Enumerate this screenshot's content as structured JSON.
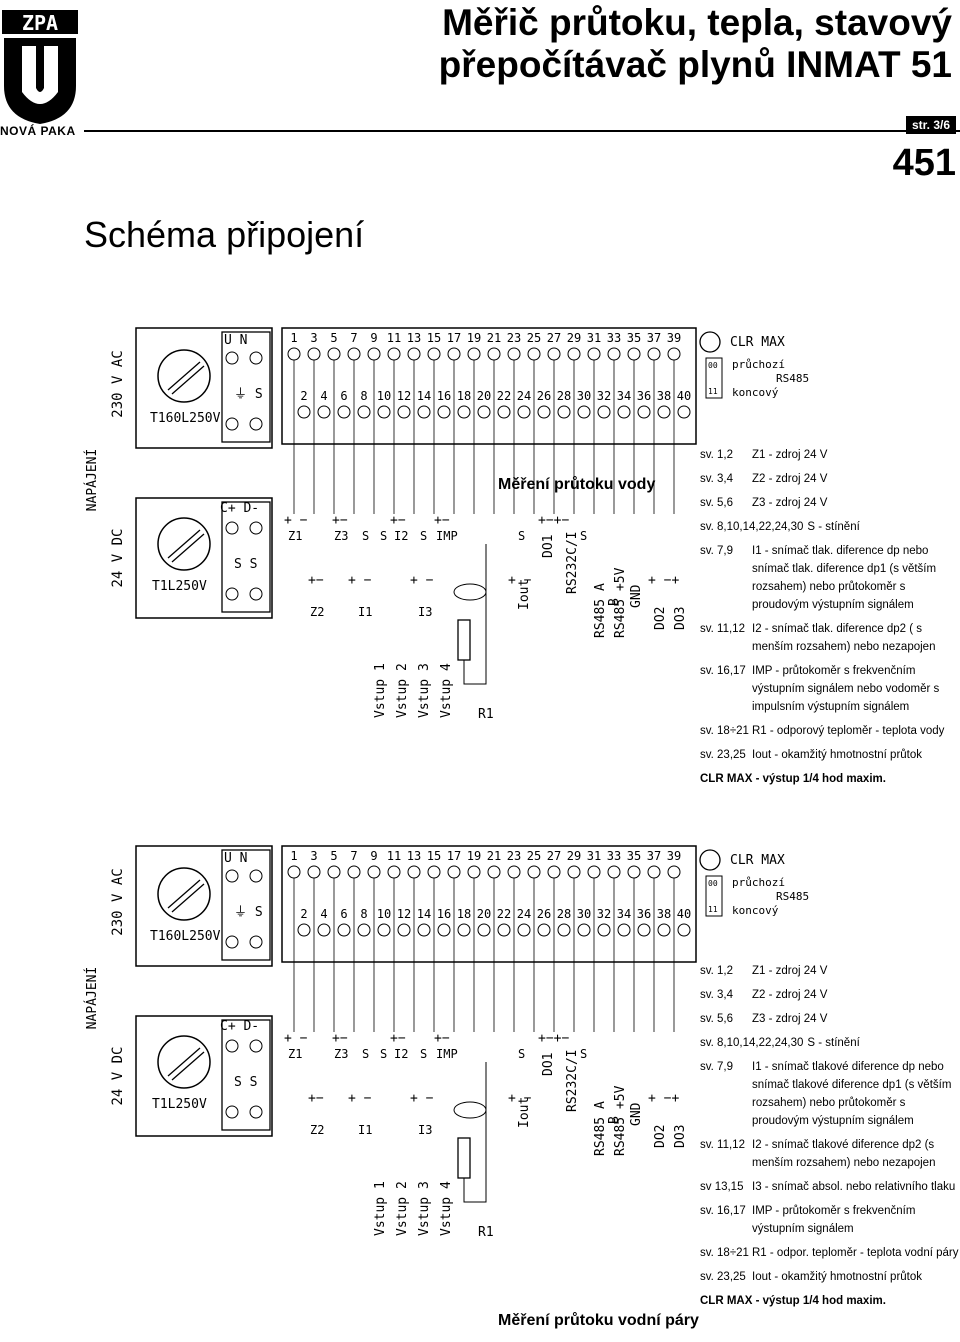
{
  "header": {
    "logo_text": "ZPA",
    "logo_caption": "NOVÁ PAKA",
    "title_line1": "Měřič průtoku, tepla, stavový",
    "title_line2": "přepočítávač plynů INMAT 51",
    "page_badge": "str. 3/6",
    "sheet_number": "451",
    "section_title": "Schéma připojení"
  },
  "terminals": {
    "top_row": [
      "1",
      "3",
      "5",
      "7",
      "9",
      "11",
      "13",
      "15",
      "17",
      "19",
      "21",
      "23",
      "25",
      "27",
      "29",
      "31",
      "33",
      "35",
      "37",
      "39"
    ],
    "bottom_row": [
      "2",
      "4",
      "6",
      "8",
      "10",
      "12",
      "14",
      "16",
      "18",
      "20",
      "22",
      "24",
      "26",
      "28",
      "30",
      "32",
      "34",
      "36",
      "38",
      "40"
    ]
  },
  "labels": {
    "ac_supply": "230 V AC",
    "dc_supply": "24 V DC",
    "power": "NAPÁJENÍ",
    "fuse_ac": "T160L250V",
    "fuse_dc": "T1L250V",
    "un": "U N",
    "ground": "⏚ S",
    "cd": "C+ D-",
    "ss": "S S",
    "clr_max": "CLR MAX",
    "pass": "průchozí",
    "rs485": "RS485",
    "end": "koncový",
    "dip_top": "00",
    "dip_bottom": "11",
    "row1": [
      "+ −",
      "+−",
      "+−",
      "+−",
      "S",
      "+−+−",
      "S"
    ],
    "row_z": [
      "Z1",
      "Z3",
      "S",
      "S",
      "I2",
      "S",
      "IMP",
      "S"
    ],
    "row2": [
      "+−",
      "+ −",
      "+ −",
      "+ −"
    ],
    "row_z2": [
      "Z2",
      "I1",
      "I3"
    ],
    "vert": [
      "Iout",
      "DO1",
      "RS232C/I",
      "RS485 A",
      "RS485 B",
      "RS485 +5V",
      "RS485 GND",
      "DO2",
      "DO3"
    ],
    "inputs": [
      "Vstup 1",
      "Vstup 2",
      "Vstup 3",
      "Vstup 4"
    ],
    "r1": "R1"
  },
  "diagram1": {
    "caption": "Měření průtoku vody",
    "legend": [
      {
        "k": "sv. 1,2",
        "v": "Z1 - zdroj 24 V"
      },
      {
        "k": "sv. 3,4",
        "v": "Z2 - zdroj 24 V"
      },
      {
        "k": "sv. 5,6",
        "v": "Z3 - zdroj 24 V"
      },
      {
        "k": "sv. 8,10,14,22,24,30",
        "v": "S - stínění"
      },
      {
        "k": "sv. 7,9",
        "v": "I1 - snímač tlak. diference dp nebo snímač tlak. diference dp1 (s větším rozsahem) nebo průtokoměr s proudovým výstupním signálem"
      },
      {
        "k": "sv. 11,12",
        "v": "I2 - snímač tlak. diference dp2 ( s menším rozsahem) nebo nezapojen"
      },
      {
        "k": "sv. 16,17",
        "v": "IMP - průtokoměr s frekvenčním výstupním signálem nebo vodoměr s impulsním výstupním signálem"
      },
      {
        "k": "sv. 18÷21",
        "v": "R1 - odporový teploměr - teplota vody"
      },
      {
        "k": "sv. 23,25",
        "v": "Iout - okamžitý hmotnostní průtok"
      }
    ],
    "footer": "CLR MAX - výstup 1/4 hod maxim."
  },
  "diagram2": {
    "caption": "Měření průtoku vodní páry",
    "legend": [
      {
        "k": "sv. 1,2",
        "v": "Z1 - zdroj 24 V"
      },
      {
        "k": "sv. 3,4",
        "v": "Z2 - zdroj 24 V"
      },
      {
        "k": "sv. 5,6",
        "v": "Z3 - zdroj 24 V"
      },
      {
        "k": "sv. 8,10,14,22,24,30",
        "v": "S - stínění"
      },
      {
        "k": "sv. 7,9",
        "v": "I1 - snímač tlakové diference dp nebo snímač tlakové diference dp1 (s větším rozsahem) nebo průtokoměr s proudovým výstupním signálem"
      },
      {
        "k": "sv. 11,12",
        "v": "I2 - snímač tlakové diference dp2 (s menším rozsahem) nebo nezapojen"
      },
      {
        "k": "sv 13,15",
        "v": "I3 - snímač absol. nebo relativního tlaku"
      },
      {
        "k": "sv. 16,17",
        "v": "IMP - průtokoměr s frekvenčním výstupním signálem"
      },
      {
        "k": "sv. 18÷21",
        "v": "R1 - odpor. teploměr - teplota vodní páry"
      },
      {
        "k": "sv. 23,25",
        "v": "Iout - okamžitý hmotnostní průtok"
      }
    ],
    "footer": "CLR MAX - výstup 1/4 hod maxim."
  }
}
